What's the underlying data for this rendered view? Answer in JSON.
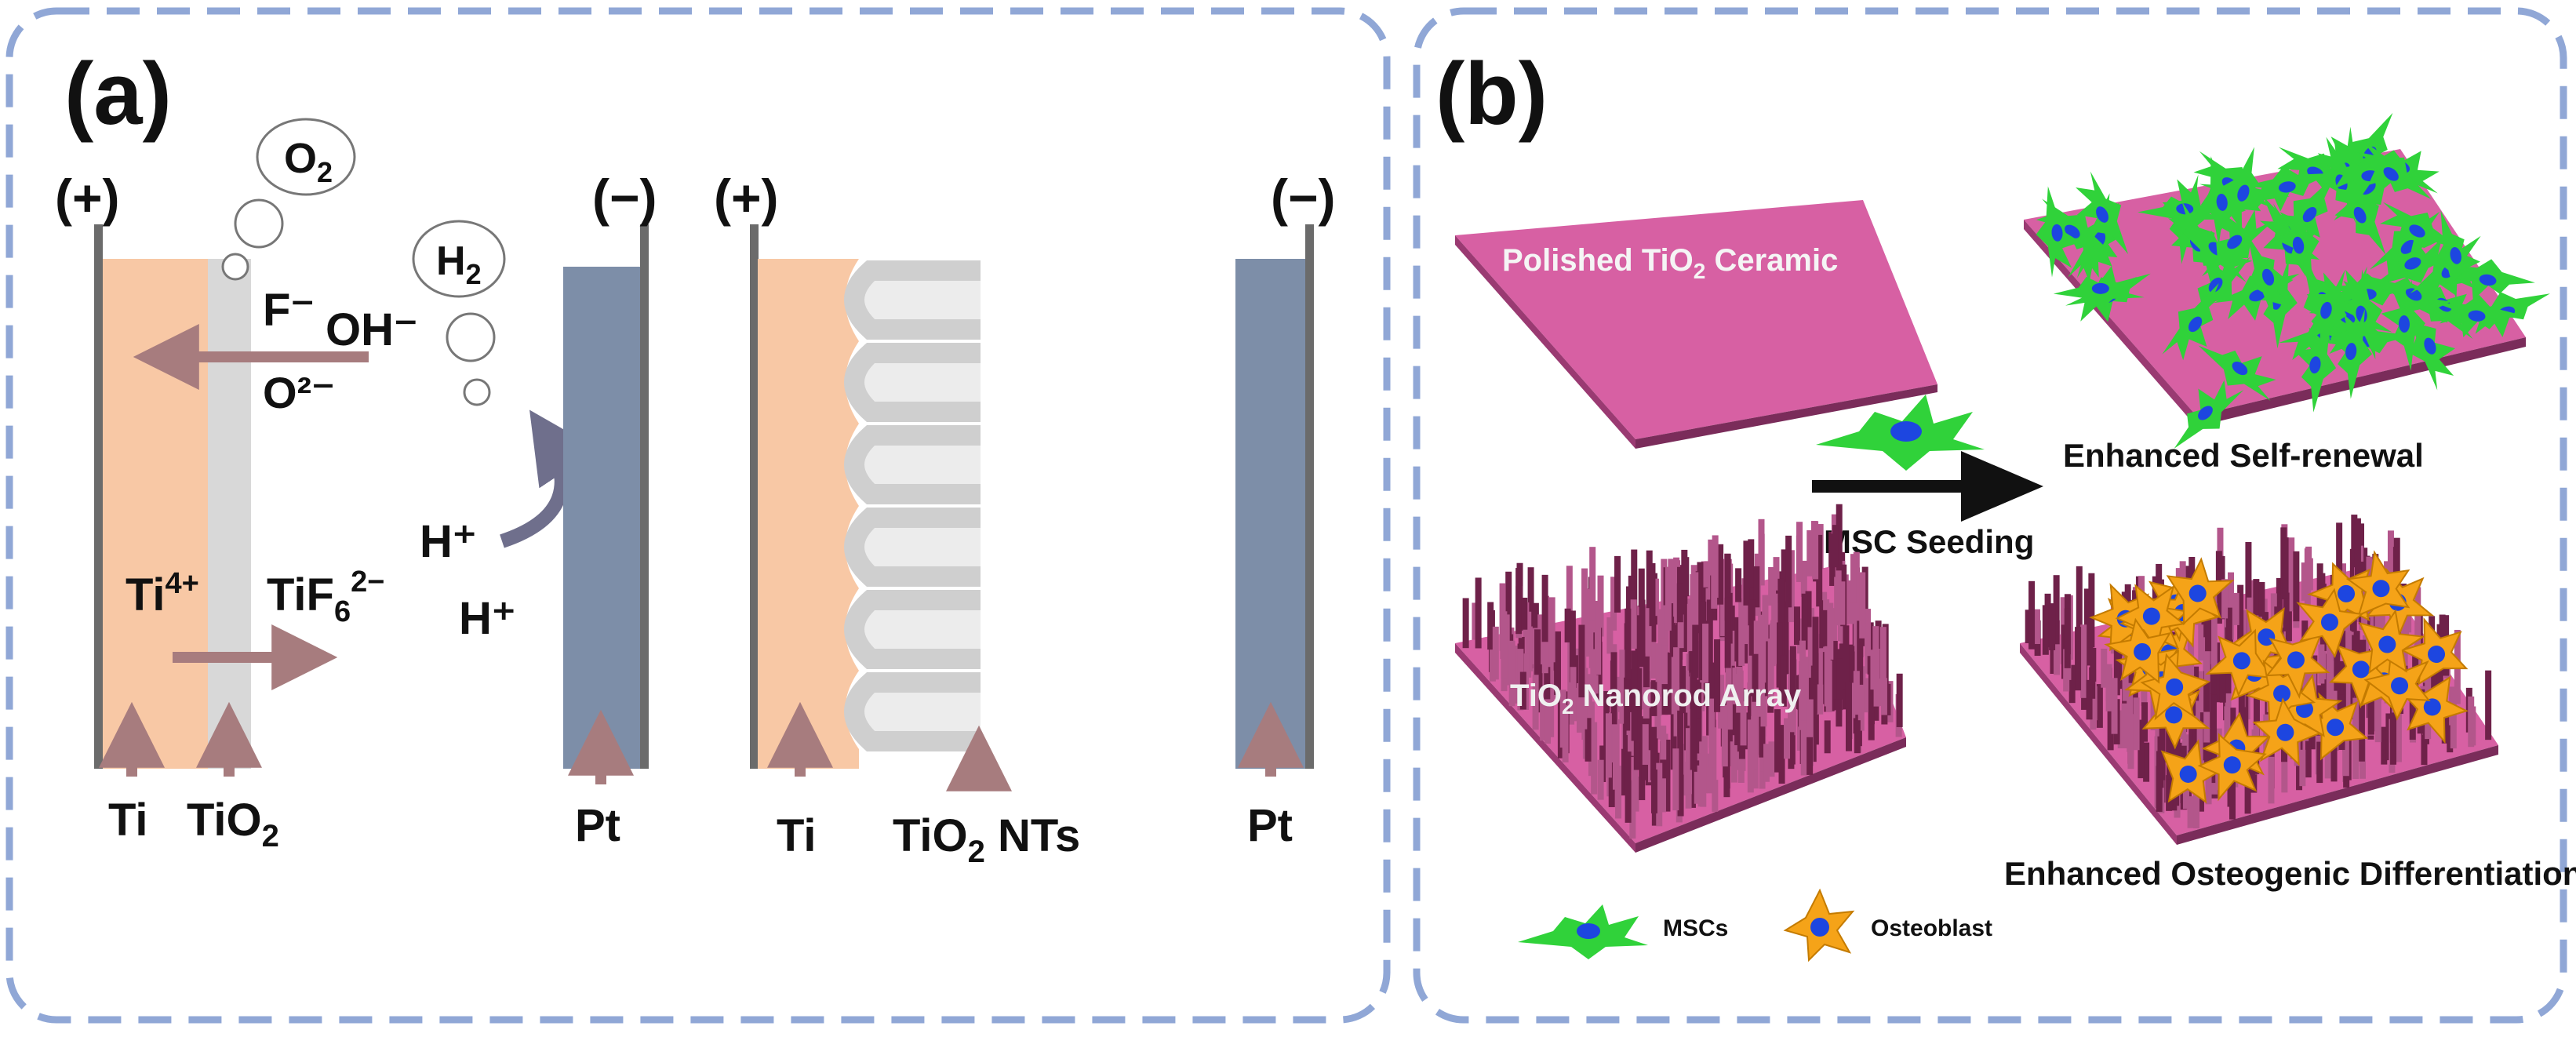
{
  "panel_a": {
    "label": "(a)",
    "cell1": {
      "anode_sign": "(+)",
      "cathode_sign": "(−)",
      "o2_label": "O",
      "o2_sub": "2",
      "h2_label": "H",
      "h2_sub": "2",
      "f_ion": "F⁻",
      "oh_ion": "OH⁻",
      "o_ion": "O²⁻",
      "h_plus_1": "H⁺",
      "h_plus_2": "H⁺",
      "ti_ion_base": "Ti",
      "ti_ion_sup": "4+",
      "tif_base": "TiF",
      "tif_sub": "6",
      "tif_sup": "2−",
      "ti_label": "Ti",
      "tio2_base": "TiO",
      "tio2_sub": "2",
      "pt_label": "Pt"
    },
    "cell2": {
      "anode_sign": "(+)",
      "cathode_sign": "(−)",
      "ti_label": "Ti",
      "tio2_base": "TiO",
      "tio2_sub": "2",
      "nts_label": " NTs",
      "pt_label": "Pt"
    }
  },
  "panel_b": {
    "label": "(b)",
    "polished_base": "Polished TiO",
    "polished_sub": "2",
    "polished_rest": " Ceramic",
    "nanorod_base": "TiO",
    "nanorod_sub": "2",
    "nanorod_rest": " Nanorod Array",
    "self_renewal": "Enhanced Self-renewal",
    "osteogenic": "Enhanced Osteogenic Differentiation",
    "seeding": "MSC Seeding",
    "legend_mscs": "MSCs",
    "legend_osteoblast": "Osteoblast"
  },
  "colors": {
    "frame_dash": "#90a7d6",
    "ti_plate": "#f8c8a5",
    "tio2_layer": "#d8d8d8",
    "electrode": "#7d8ea8",
    "arrow": "#a77c7e",
    "ceramic": "#d760a3",
    "cell_green": "#30d23a",
    "nucleus_blue": "#1d46e0",
    "osteo_orange": "#f5a318"
  }
}
